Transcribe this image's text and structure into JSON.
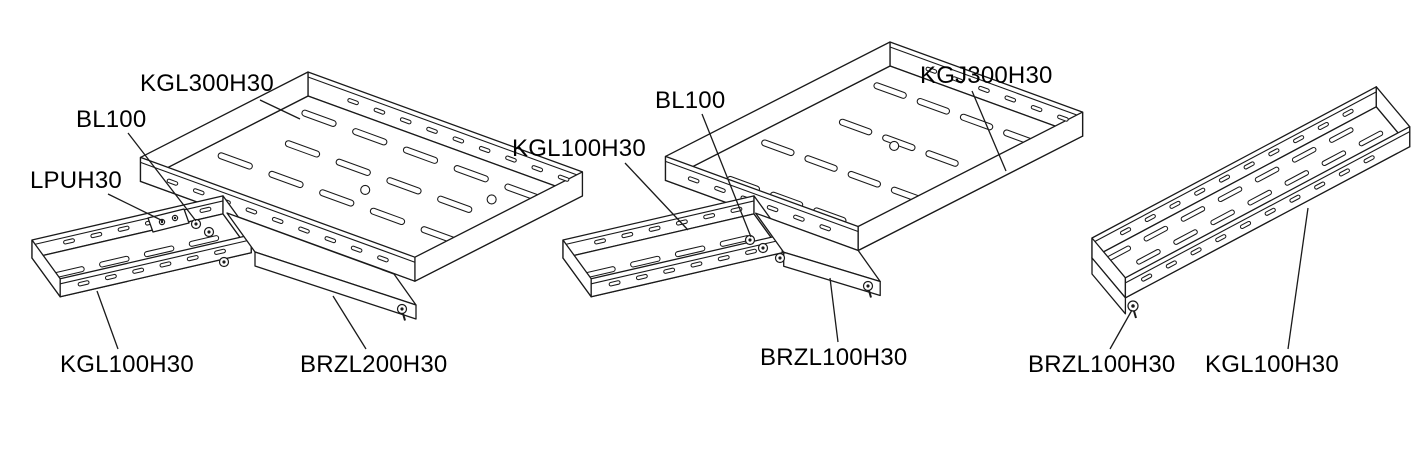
{
  "labels": {
    "left": {
      "kgl300h30": "KGL300H30",
      "bl100": "BL100",
      "lpuh30": "LPUH30",
      "kgl100h30": "KGL100H30",
      "brzl200h30": "BRZL200H30"
    },
    "middle": {
      "kgl100h30": "KGL100H30",
      "bl100": "BL100",
      "kgj300h30": "KGJ300H30",
      "brzl100h30": "BRZL100H30"
    },
    "right": {
      "brzl100h30": "BRZL100H30",
      "kgl100h30": "KGL100H30"
    }
  },
  "colors": {
    "line": "#1a1a1a",
    "background": "#ffffff",
    "text": "#000000"
  }
}
